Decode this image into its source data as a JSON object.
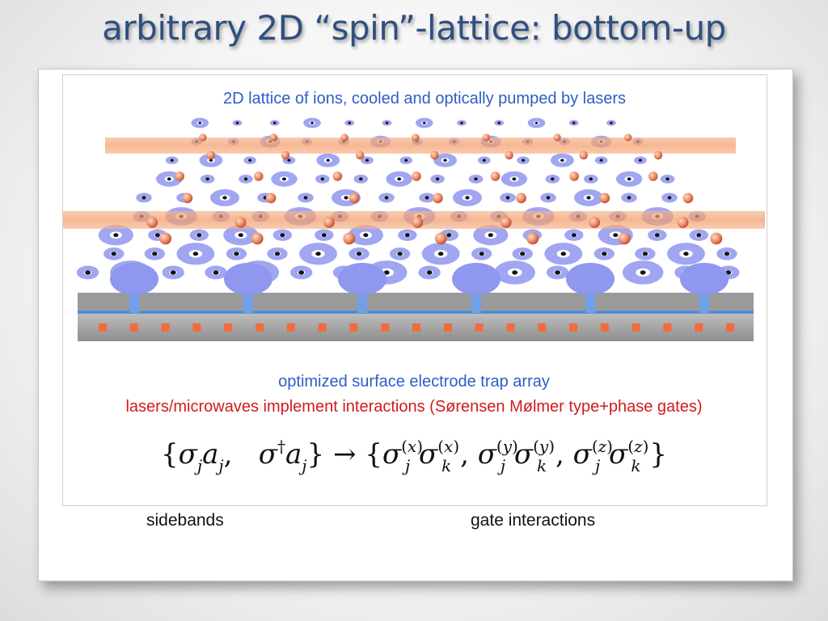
{
  "title": "arbitrary 2D “spin”-lattice: bottom-up",
  "captions": {
    "top": "2D lattice of ions, cooled and optically pumped by lasers",
    "middle": "optimized surface electrode trap array",
    "red": "lasers/microwaves implement interactions (Sørensen Mølmer type+phase gates)"
  },
  "formula": {
    "left": "{σ_j a_j ,   σ† a_j } → {σ_j^(x) σ_k^(x) , σ_j^(y) σ_k^(y) , σ_j^(z) σ_k^(z) }"
  },
  "labels": {
    "sidebands": "sidebands",
    "gate_interactions": "gate interactions"
  },
  "colors": {
    "title": "#2f4f7f",
    "caption_blue": "#2f5cc7",
    "caption_red": "#d11a1a",
    "trap_blue": "#8f97ee",
    "laser_orange": "#f3a06a",
    "ion": "#ee8f6a"
  }
}
